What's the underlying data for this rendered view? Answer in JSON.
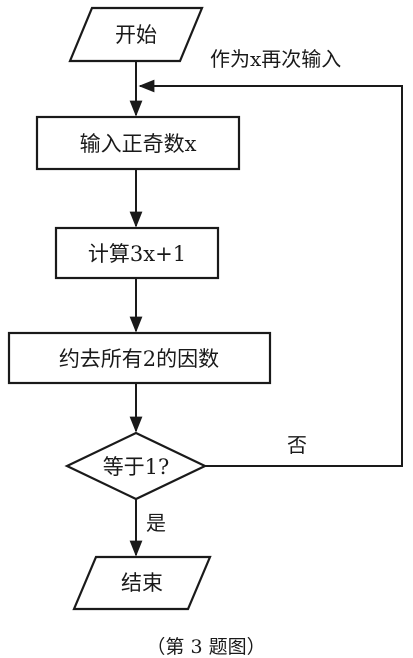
{
  "diagram": {
    "nodes": {
      "start": "开始",
      "input": "输入正奇数x",
      "compute": "计算3x+1",
      "remove": "约去所有2的因数",
      "decision": "等于1?",
      "end": "结束"
    },
    "edges": {
      "loop_label": "作为x再次输入",
      "no_label": "否",
      "yes_label": "是"
    },
    "caption": "（第 3 题图）"
  }
}
